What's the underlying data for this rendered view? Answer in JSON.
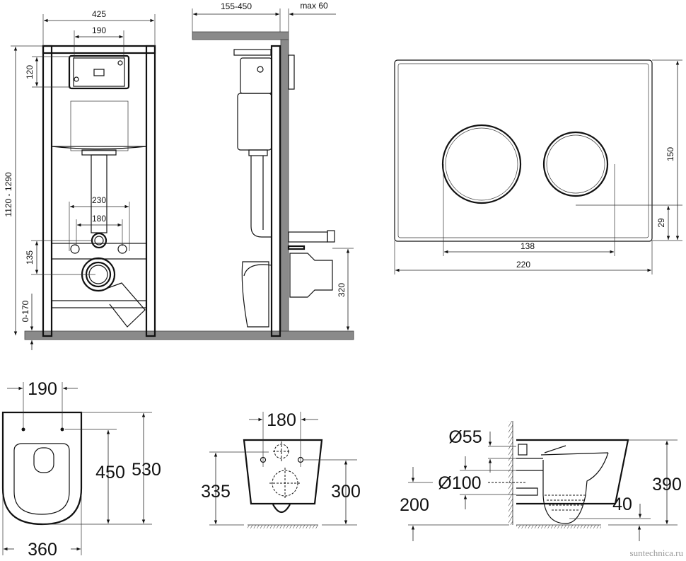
{
  "frame_front": {
    "width": "425",
    "plate_width": "190",
    "plate_height": "120",
    "height": "1120 - 1290",
    "studs_outer": "230",
    "studs_inner": "180",
    "drain_offset": "135",
    "leg_extension": "0-170"
  },
  "frame_side": {
    "depth": "155-450",
    "wall_max": "max 60",
    "drain_height": "320"
  },
  "flush_plate": {
    "height": "150",
    "button_offset": "29",
    "buttons_span": "138",
    "width": "220"
  },
  "bowl_top": {
    "seat_holes": "190",
    "hole_to_front": "450",
    "length": "530",
    "width": "360"
  },
  "bowl_rear": {
    "bolt_spacing": "180",
    "upper_height": "335",
    "bolt_height": "300"
  },
  "bowl_side": {
    "inlet": "Ø55",
    "outlet": "Ø100",
    "outlet_height": "200",
    "water_depth": "40",
    "height": "390"
  },
  "watermark": "suntechnica.ru"
}
